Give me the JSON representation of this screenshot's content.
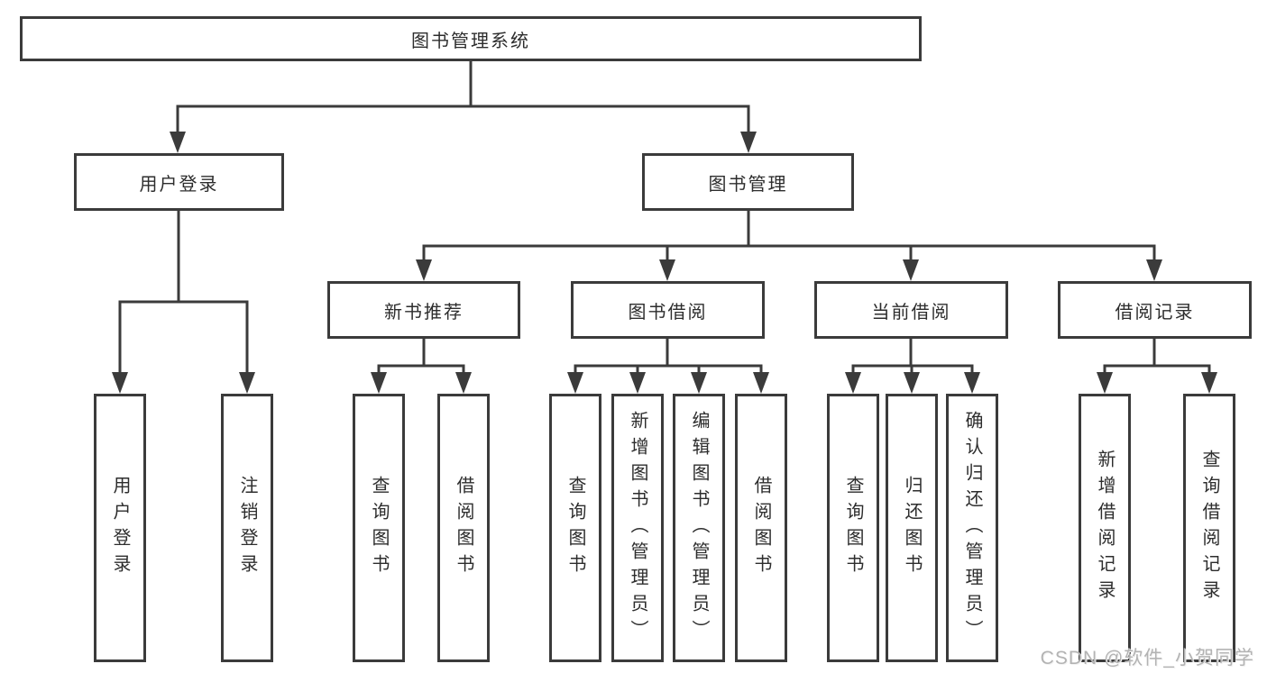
{
  "colors": {
    "line": "#3b3b3b",
    "node_border": "#3b3b3b",
    "text": "#2d2d2d",
    "watermark": "#b3b3b3",
    "background": "#ffffff"
  },
  "watermark": "CSDN @软件_小贺同学",
  "tree": {
    "root": {
      "label": "图书管理系统"
    },
    "children": [
      {
        "label": "用户登录",
        "children": [
          {
            "label": "用户登录"
          },
          {
            "label": "注销登录"
          }
        ]
      },
      {
        "label": "图书管理",
        "children": [
          {
            "label": "新书推荐",
            "children": [
              {
                "label": "查询图书"
              },
              {
                "label": "借阅图书"
              }
            ]
          },
          {
            "label": "图书借阅",
            "children": [
              {
                "label": "查询图书"
              },
              {
                "label": "新增图书（管理员）"
              },
              {
                "label": "编辑图书（管理员）"
              },
              {
                "label": "借阅图书"
              }
            ]
          },
          {
            "label": "当前借阅",
            "children": [
              {
                "label": "查询图书"
              },
              {
                "label": "归还图书"
              },
              {
                "label": "确认归还（管理员）"
              }
            ]
          },
          {
            "label": "借阅记录",
            "children": [
              {
                "label": "新增借阅记录"
              },
              {
                "label": "查询借阅记录"
              }
            ]
          }
        ]
      }
    ]
  }
}
